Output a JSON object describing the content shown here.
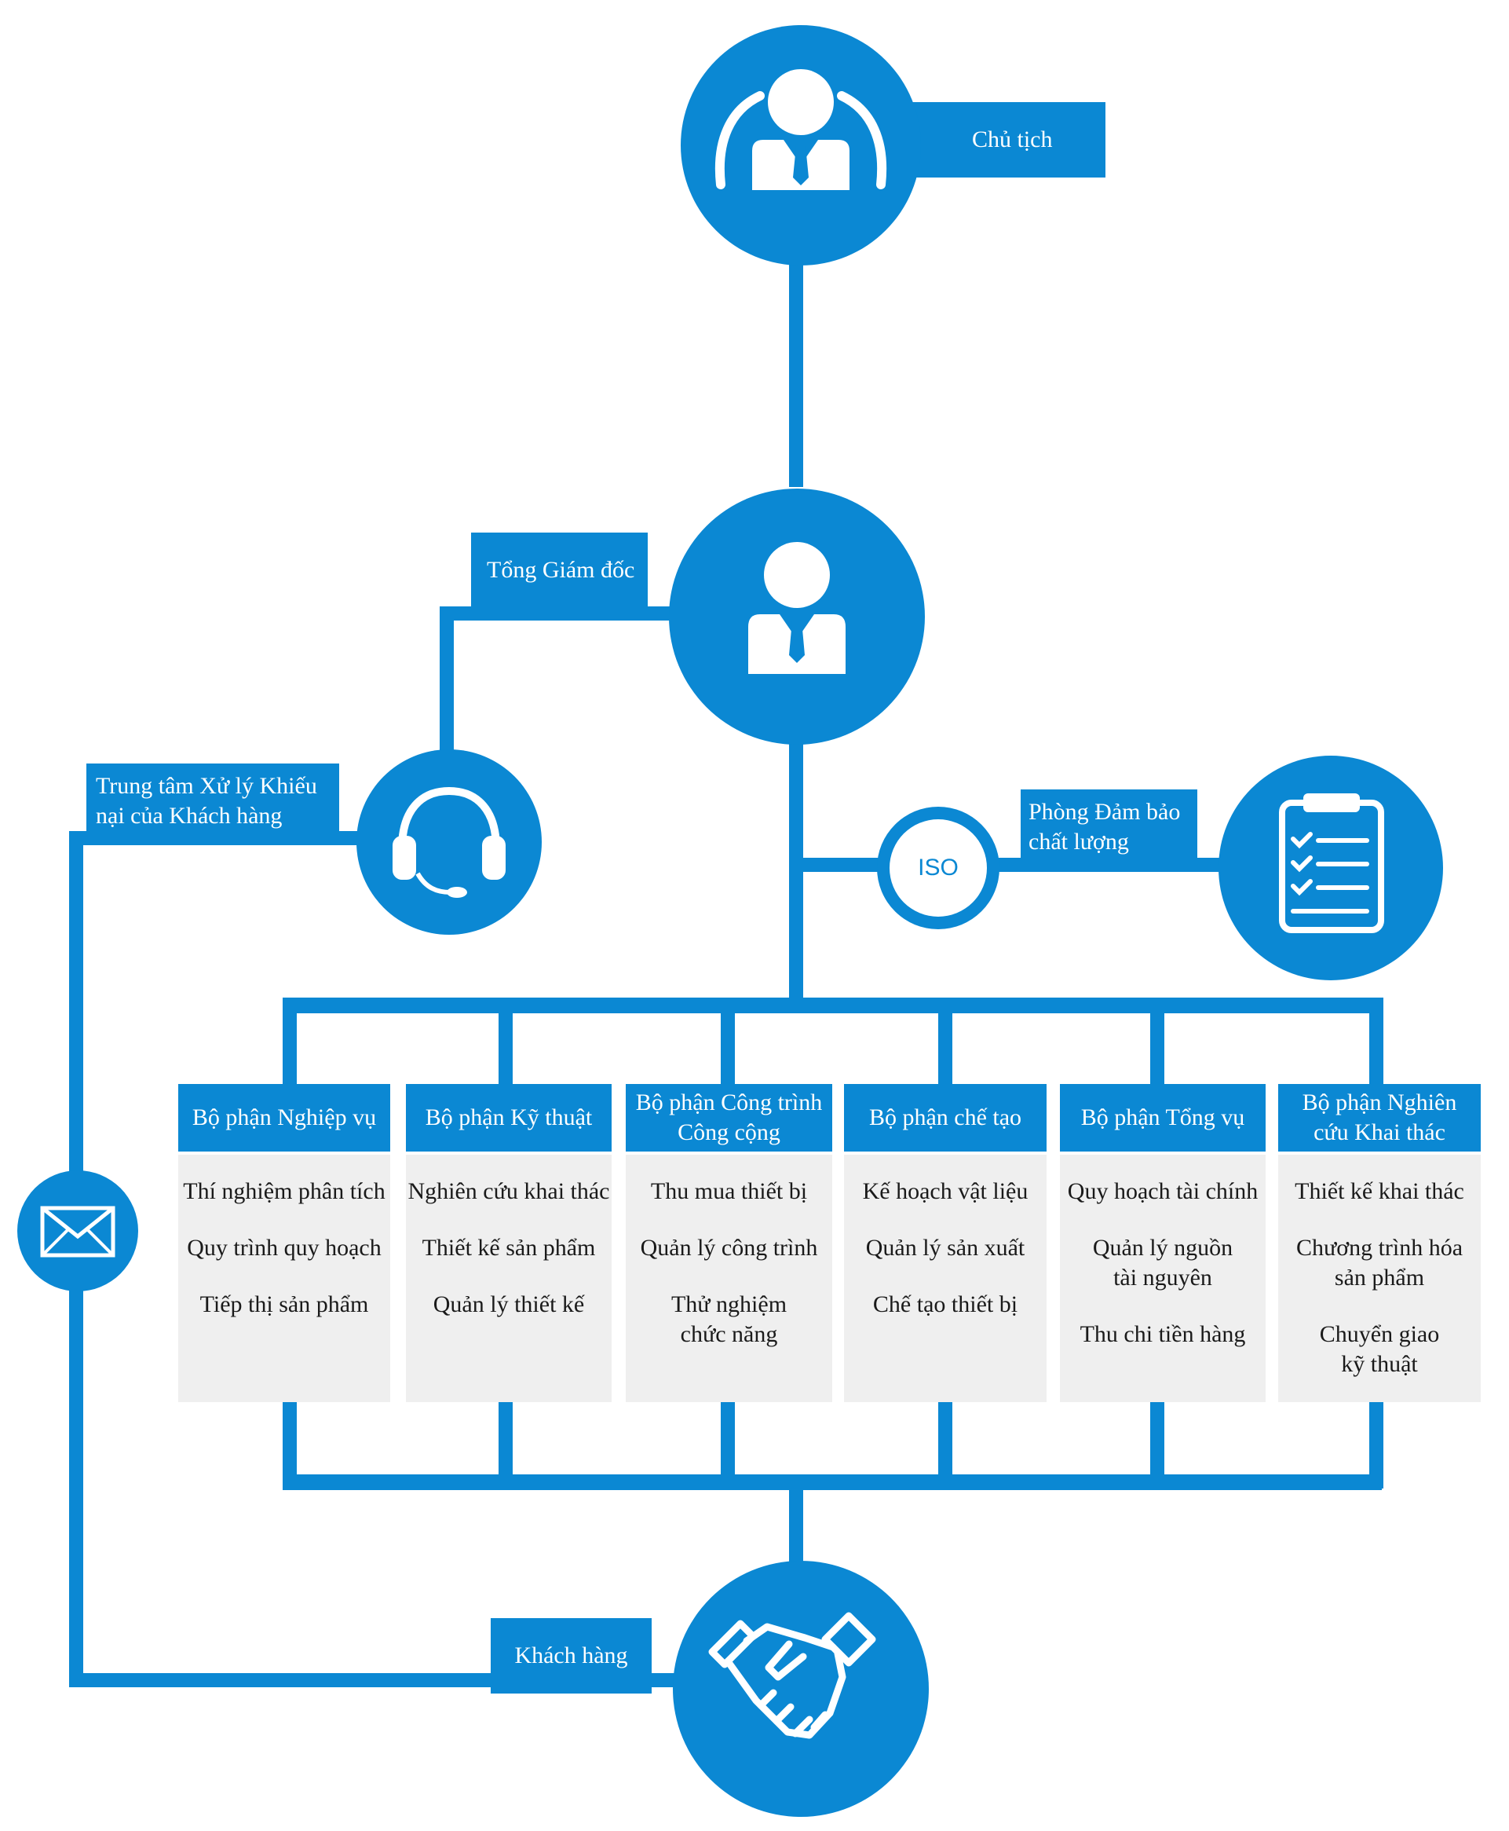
{
  "colors": {
    "primary": "#0b88d3",
    "card": "#efefef",
    "text": "#1a1a1a",
    "label_text": "#ffffff"
  },
  "chairman": {
    "label": "Chủ tịch",
    "icon": "chairman-person-icon"
  },
  "ceo": {
    "label": "Tổng Giám đốc",
    "icon": "ceo-person-icon"
  },
  "complaint_center": {
    "label": "Trung tâm Xử lý Khiếu\nnại của Khách hàng",
    "icon": "headset-icon"
  },
  "quality_dept": {
    "label": "Phòng Đảm bảo\nchất lượng",
    "iso": "ISO",
    "icon": "clipboard-checklist-icon"
  },
  "mail": {
    "icon": "envelope-icon"
  },
  "customer": {
    "label": "Khách hàng",
    "icon": "handshake-icon"
  },
  "departments": [
    {
      "title": "Bộ phận Nghiệp vụ",
      "items": [
        "Thí nghiệm phân tích",
        "Quy trình quy hoạch",
        "Tiếp thị sản phẩm"
      ]
    },
    {
      "title": "Bộ phận Kỹ thuật",
      "items": [
        "Nghiên cứu khai thác",
        "Thiết kế sản phẩm",
        "Quản lý thiết kế"
      ]
    },
    {
      "title": "Bộ phận Công trình\nCông cộng",
      "items": [
        "Thu mua thiết bị",
        "Quản lý công trình",
        "Thử nghiệm\nchức năng"
      ]
    },
    {
      "title": "Bộ phận chế tạo",
      "items": [
        "Kế hoạch vật liệu",
        "Quản lý sản xuất",
        "Chế tạo thiết bị"
      ]
    },
    {
      "title": "Bộ phận Tổng vụ",
      "items": [
        "Quy hoạch tài chính",
        "Quản lý nguồn\ntài nguyên",
        "Thu chi tiền hàng"
      ]
    },
    {
      "title": "Bộ phận Nghiên\ncứu Khai thác",
      "items": [
        "Thiết kế khai thác",
        "Chương trình hóa\nsản phẩm",
        "Chuyển giao\nkỹ thuật"
      ]
    }
  ]
}
